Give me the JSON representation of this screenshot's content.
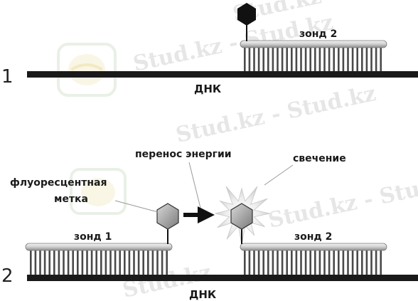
{
  "watermark": {
    "text": "Stud.kz - Stud.kz",
    "text_short": "Stud.kz"
  },
  "panel1": {
    "number": "1",
    "probe_label": "зонд 2",
    "dna_label": "ДНК"
  },
  "panel2": {
    "number": "2",
    "fluor_label_line1": "флуоресцентная",
    "fluor_label_line2": "метка",
    "energy_label": "перенос энергии",
    "glow_label": "свечение",
    "probe1_label": "зонд 1",
    "probe2_label": "зонд 2",
    "dna_label": "ДНК"
  },
  "colors": {
    "dna": "#1a1a1a",
    "probe_bar": "#c8c8c8",
    "tooth": "#4a4a4a",
    "hex_dark": "#111111",
    "hex_gray": "#9a9a9a",
    "star_glow": "#dcdcdc",
    "arrow": "#111111"
  }
}
